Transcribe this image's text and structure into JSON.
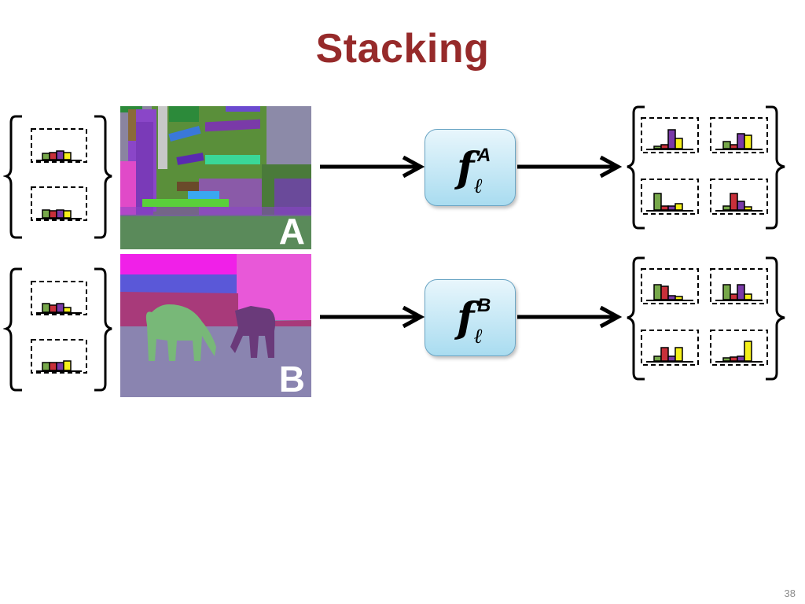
{
  "slide": {
    "title": "Stacking",
    "page_number": "38"
  },
  "rows": [
    {
      "image_label": "A",
      "function_symbol": "f",
      "function_subscript": "ℓ",
      "function_superscript": "A"
    },
    {
      "image_label": "B",
      "function_symbol": "f",
      "function_subscript": "ℓ",
      "function_superscript": "B"
    }
  ],
  "colors": {
    "title": "#962a2a",
    "hist_green": "#77a84a",
    "hist_red": "#c8303a",
    "hist_purple": "#7a3aa8",
    "hist_yellow": "#f5f01a",
    "box_fill_top": "#e8f6fc",
    "box_fill_bottom": "#a9dcf0"
  },
  "icons": {
    "arrow": "right-arrow-icon",
    "bracket": "curly-brace-icon",
    "histogram": "histogram-icon"
  }
}
